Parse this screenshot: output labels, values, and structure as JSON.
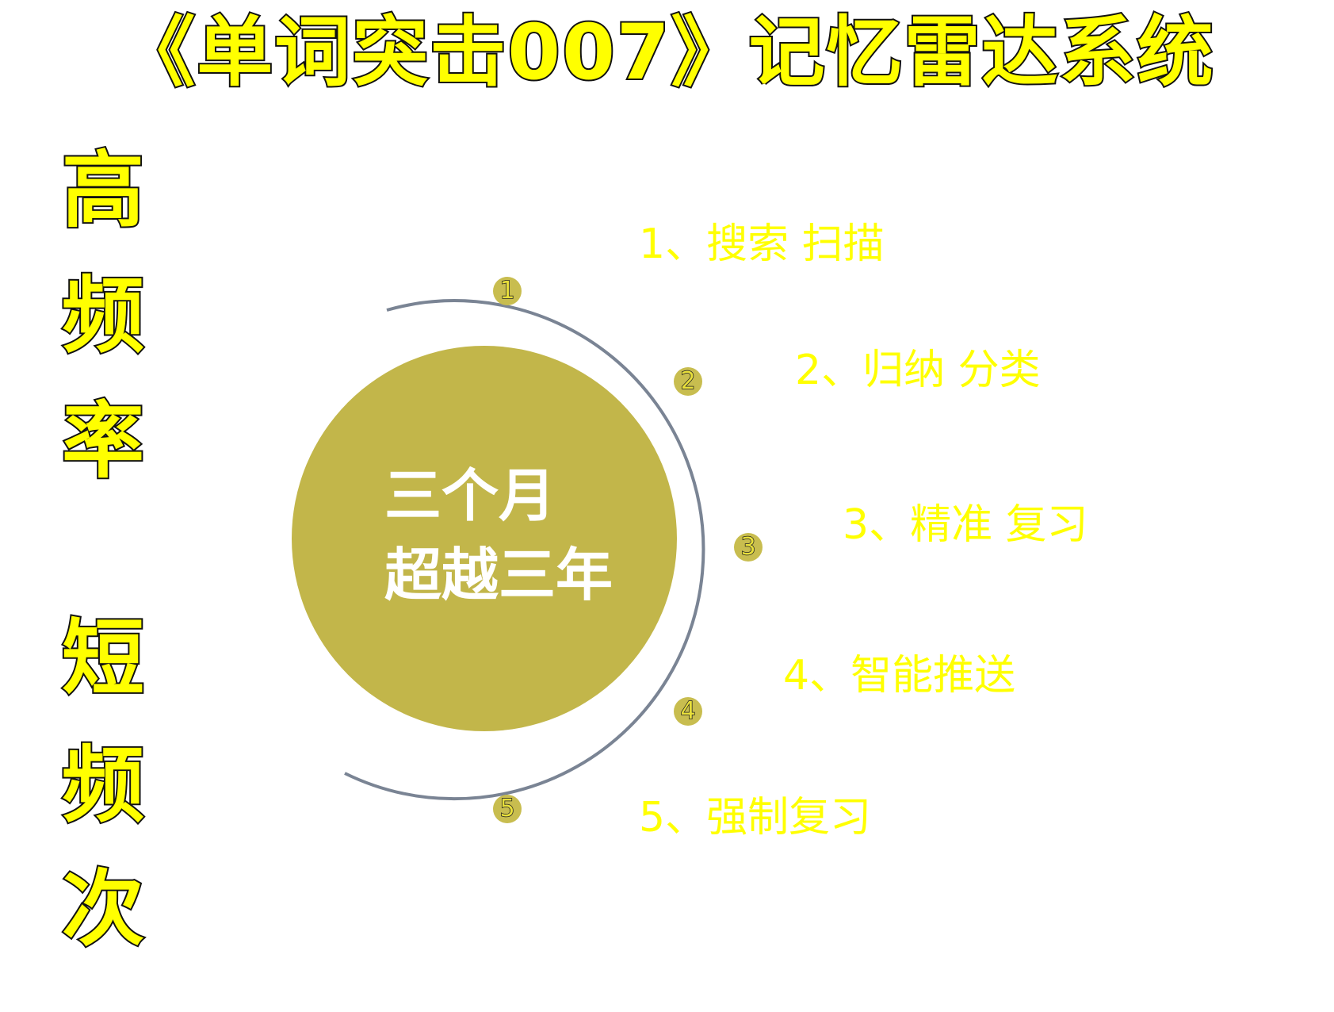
{
  "title": "《单词突击007》记忆雷达系统",
  "side_text": [
    "高",
    "频",
    "率",
    "短",
    "频",
    "次"
  ],
  "center": {
    "line1": "三个月",
    "line2": "超越三年"
  },
  "nodes": [
    "1",
    "2",
    "3",
    "4",
    "5"
  ],
  "steps": [
    "1、搜索 扫描",
    "2、归纳 分类",
    "3、精准 复习",
    "4、智能推送",
    "5、强制复习"
  ],
  "colors": {
    "accent_yellow": "#ffff00",
    "circle_olive": "#c2b64a",
    "arc_gray": "#7a8494",
    "node_fill": "#c8bd4f"
  }
}
